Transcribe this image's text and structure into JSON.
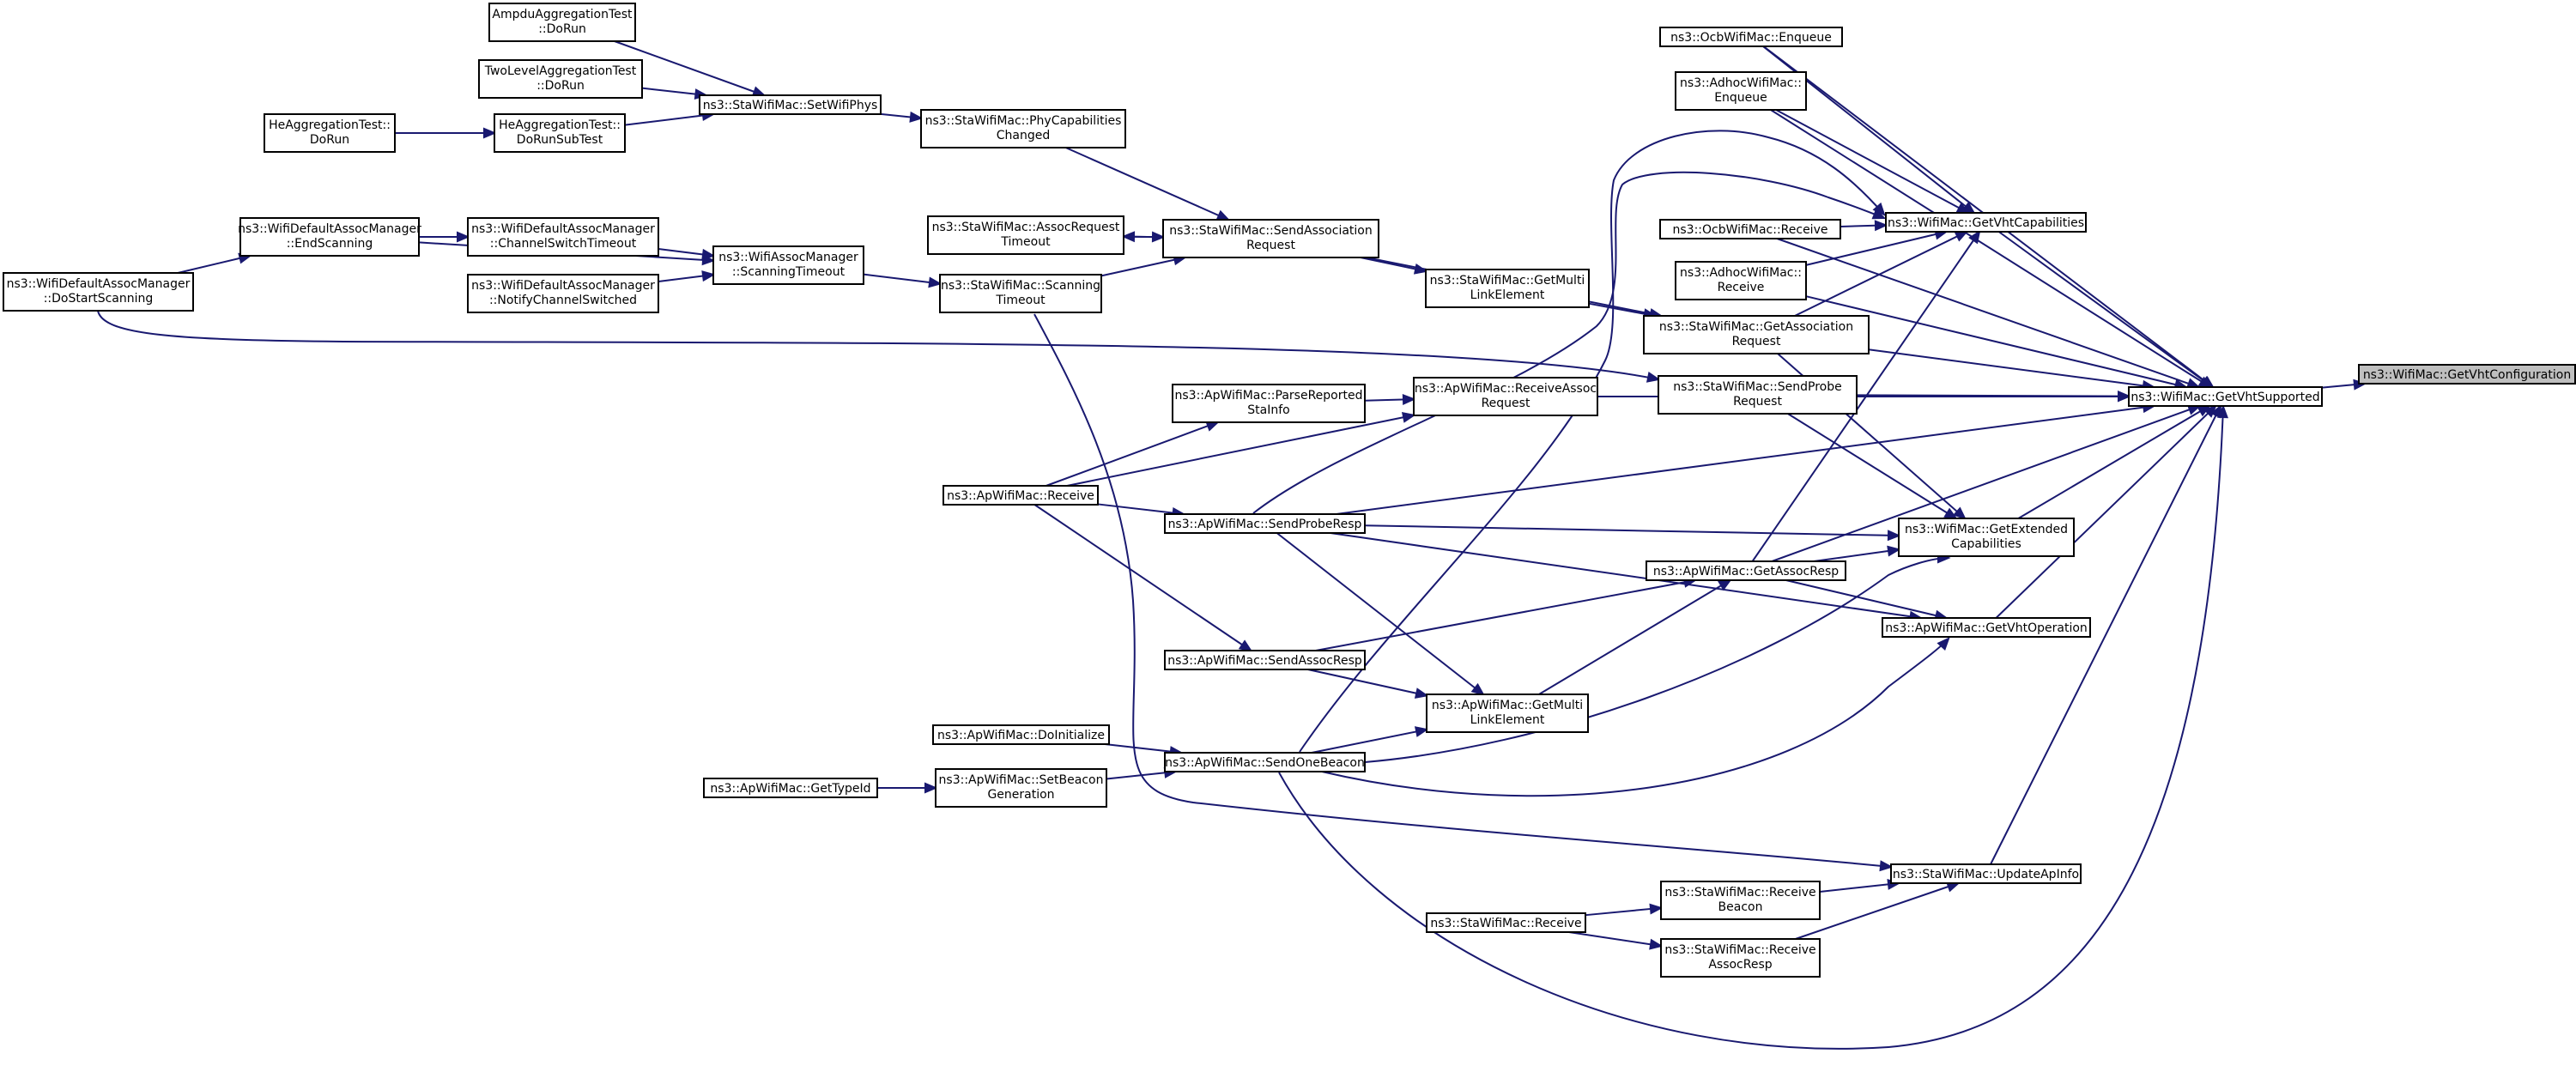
{
  "colors": {
    "edge": "#191970",
    "node_fill": "#ffffff",
    "root_fill": "#bfbfbf",
    "border": "#000000"
  },
  "nodes": {
    "root": {
      "lines": [
        "ns3::WifiMac::GetVhtConfiguration"
      ]
    },
    "vhtsup": {
      "lines": [
        "ns3::WifiMac::GetVhtSupported"
      ]
    },
    "vhtcap": {
      "lines": [
        "ns3::WifiMac::GetVhtCapabilities"
      ]
    },
    "ocbenq": {
      "lines": [
        "ns3::OcbWifiMac::Enqueue"
      ]
    },
    "adhocenq": {
      "lines": [
        "ns3::AdhocWifiMac::",
        "Enqueue"
      ]
    },
    "ocbrecv": {
      "lines": [
        "ns3::OcbWifiMac::Receive"
      ]
    },
    "adhocrecv": {
      "lines": [
        "ns3::AdhocWifiMac::",
        "Receive"
      ]
    },
    "getassocreq": {
      "lines": [
        "ns3::StaWifiMac::GetAssociation",
        "Request"
      ]
    },
    "sendprobereq": {
      "lines": [
        "ns3::StaWifiMac::SendProbe",
        "Request"
      ]
    },
    "extcap": {
      "lines": [
        "ns3::WifiMac::GetExtended",
        "Capabilities"
      ]
    },
    "getassocresp": {
      "lines": [
        "ns3::ApWifiMac::GetAssocResp"
      ]
    },
    "vhtop": {
      "lines": [
        "ns3::ApWifiMac::GetVhtOperation"
      ]
    },
    "updateap": {
      "lines": [
        "ns3::StaWifiMac::UpdateApInfo"
      ]
    },
    "recvbeacon": {
      "lines": [
        "ns3::StaWifiMac::Receive",
        "Beacon"
      ]
    },
    "recvassocresp": {
      "lines": [
        "ns3::StaWifiMac::Receive",
        "AssocResp"
      ]
    },
    "starecv": {
      "lines": [
        "ns3::StaWifiMac::Receive"
      ]
    },
    "stamulti": {
      "lines": [
        "ns3::StaWifiMac::GetMulti",
        "LinkElement"
      ]
    },
    "sendassocreq": {
      "lines": [
        "ns3::StaWifiMac::SendAssociation",
        "Request"
      ]
    },
    "assocreqto": {
      "lines": [
        "ns3::StaWifiMac::AssocRequest",
        "Timeout"
      ]
    },
    "phycap": {
      "lines": [
        "ns3::StaWifiMac::PhyCapabilities",
        "Changed"
      ]
    },
    "setwifiphys": {
      "lines": [
        "ns3::StaWifiMac::SetWifiPhys"
      ]
    },
    "ampdu": {
      "lines": [
        "AmpduAggregationTest",
        "::DoRun"
      ]
    },
    "twolevel": {
      "lines": [
        "TwoLevelAggregationTest",
        "::DoRun"
      ]
    },
    "hesub": {
      "lines": [
        "HeAggregationTest::",
        "DoRunSubTest"
      ]
    },
    "herun": {
      "lines": [
        "HeAggregationTest::",
        "DoRun"
      ]
    },
    "scanto": {
      "lines": [
        "ns3::StaWifiMac::Scanning",
        "Timeout"
      ]
    },
    "assocmgrto": {
      "lines": [
        "ns3::WifiAssocManager",
        "::ScanningTimeout"
      ]
    },
    "chswto": {
      "lines": [
        "ns3::WifiDefaultAssocManager",
        "::ChannelSwitchTimeout"
      ]
    },
    "notifych": {
      "lines": [
        "ns3::WifiDefaultAssocManager",
        "::NotifyChannelSwitched"
      ]
    },
    "endscan": {
      "lines": [
        "ns3::WifiDefaultAssocManager",
        "::EndScanning"
      ]
    },
    "startscan": {
      "lines": [
        "ns3::WifiDefaultAssocManager",
        "::DoStartScanning"
      ]
    },
    "recvassocrq": {
      "lines": [
        "ns3::ApWifiMac::ReceiveAssoc",
        "Request"
      ]
    },
    "parserep": {
      "lines": [
        "ns3::ApWifiMac::ParseReported",
        "StaInfo"
      ]
    },
    "aprecv": {
      "lines": [
        "ns3::ApWifiMac::Receive"
      ]
    },
    "sendproberesp": {
      "lines": [
        "ns3::ApWifiMac::SendProbeResp"
      ]
    },
    "sendassocresp": {
      "lines": [
        "ns3::ApWifiMac::SendAssocResp"
      ]
    },
    "apmulti": {
      "lines": [
        "ns3::ApWifiMac::GetMulti",
        "LinkElement"
      ]
    },
    "sendbeacon": {
      "lines": [
        "ns3::ApWifiMac::SendOneBeacon"
      ]
    },
    "doinit": {
      "lines": [
        "ns3::ApWifiMac::DoInitialize"
      ]
    },
    "setbeacon": {
      "lines": [
        "ns3::ApWifiMac::SetBeacon",
        "Generation"
      ]
    },
    "gettypeid": {
      "lines": [
        "ns3::ApWifiMac::GetTypeId"
      ]
    }
  },
  "edges": [
    [
      "vhtsup",
      "root"
    ],
    [
      "vhtcap",
      "vhtsup"
    ],
    [
      "ocbenq",
      "vhtcap"
    ],
    [
      "ocbenq",
      "vhtsup"
    ],
    [
      "adhocenq",
      "vhtcap"
    ],
    [
      "adhocenq",
      "vhtsup"
    ],
    [
      "ocbrecv",
      "vhtcap"
    ],
    [
      "ocbrecv",
      "vhtsup"
    ],
    [
      "adhocrecv",
      "vhtcap"
    ],
    [
      "adhocrecv",
      "vhtsup"
    ],
    [
      "getassocreq",
      "vhtcap"
    ],
    [
      "getassocreq",
      "vhtsup"
    ],
    [
      "getassocreq",
      "extcap"
    ],
    [
      "sendprobereq",
      "vhtsup"
    ],
    [
      "sendprobereq",
      "extcap"
    ],
    [
      "extcap",
      "vhtsup"
    ],
    [
      "getassocresp",
      "vhtcap"
    ],
    [
      "getassocresp",
      "vhtsup"
    ],
    [
      "getassocresp",
      "extcap"
    ],
    [
      "getassocresp",
      "vhtop"
    ],
    [
      "vhtop",
      "vhtsup"
    ],
    [
      "updateap",
      "vhtsup"
    ],
    [
      "recvbeacon",
      "updateap"
    ],
    [
      "recvassocresp",
      "updateap"
    ],
    [
      "starecv",
      "recvbeacon"
    ],
    [
      "starecv",
      "recvassocresp"
    ],
    [
      "stamulti",
      "getassocreq"
    ],
    [
      "sendassocreq",
      "getassocreq"
    ],
    [
      "sendassocreq",
      "stamulti"
    ],
    [
      "sendassocreq",
      "assocreqto"
    ],
    [
      "assocreqto",
      "sendassocreq"
    ],
    [
      "phycap",
      "sendassocreq"
    ],
    [
      "setwifiphys",
      "phycap"
    ],
    [
      "ampdu",
      "setwifiphys"
    ],
    [
      "twolevel",
      "setwifiphys"
    ],
    [
      "hesub",
      "setwifiphys"
    ],
    [
      "herun",
      "hesub"
    ],
    [
      "scanto",
      "sendassocreq"
    ],
    [
      "assocmgrto",
      "scanto"
    ],
    [
      "chswto",
      "assocmgrto"
    ],
    [
      "notifych",
      "assocmgrto"
    ],
    [
      "endscan",
      "chswto"
    ],
    [
      "endscan",
      "assocmgrto"
    ],
    [
      "startscan",
      "endscan"
    ],
    [
      "startscan",
      "sendprobereq"
    ],
    [
      "recvassocrq",
      "vhtsup"
    ],
    [
      "parserep",
      "recvassocrq"
    ],
    [
      "aprecv",
      "parserep"
    ],
    [
      "aprecv",
      "recvassocrq"
    ],
    [
      "aprecv",
      "sendproberesp"
    ],
    [
      "aprecv",
      "sendassocresp"
    ],
    [
      "sendproberesp",
      "vhtcap"
    ],
    [
      "sendproberesp",
      "vhtsup"
    ],
    [
      "sendproberesp",
      "extcap"
    ],
    [
      "sendproberesp",
      "vhtop"
    ],
    [
      "sendproberesp",
      "apmulti"
    ],
    [
      "sendassocresp",
      "getassocresp"
    ],
    [
      "sendassocresp",
      "apmulti"
    ],
    [
      "apmulti",
      "getassocresp"
    ],
    [
      "sendbeacon",
      "vhtcap"
    ],
    [
      "sendbeacon",
      "vhtsup"
    ],
    [
      "sendbeacon",
      "extcap"
    ],
    [
      "sendbeacon",
      "vhtop"
    ],
    [
      "sendbeacon",
      "apmulti"
    ],
    [
      "doinit",
      "sendbeacon"
    ],
    [
      "setbeacon",
      "sendbeacon"
    ],
    [
      "gettypeid",
      "setbeacon"
    ],
    [
      "scanto",
      "updateap"
    ]
  ]
}
